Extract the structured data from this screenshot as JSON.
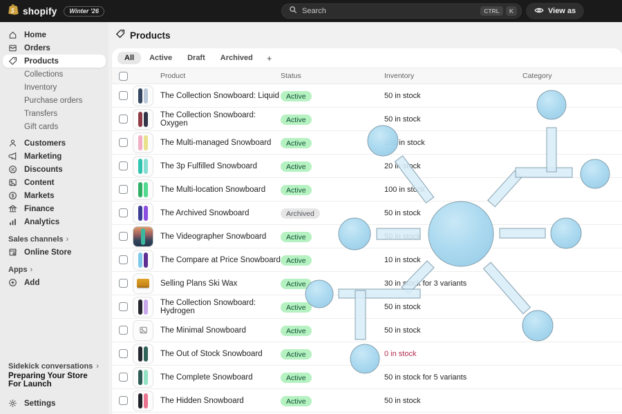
{
  "topbar": {
    "brand": "shopify",
    "edition_badge": "Winter '26",
    "search_placeholder": "Search",
    "shortcut_keys": [
      "CTRL",
      "K"
    ],
    "view_as_label": "View as"
  },
  "sidebar": {
    "items": [
      {
        "icon": "home",
        "label": "Home"
      },
      {
        "icon": "orders",
        "label": "Orders"
      },
      {
        "icon": "tag",
        "label": "Products",
        "active": true
      },
      {
        "label": "Collections",
        "child": true
      },
      {
        "label": "Inventory",
        "child": true
      },
      {
        "label": "Purchase orders",
        "child": true
      },
      {
        "label": "Transfers",
        "child": true
      },
      {
        "label": "Gift cards",
        "child": true
      },
      {
        "gap": true
      },
      {
        "icon": "person",
        "label": "Customers"
      },
      {
        "icon": "megaphone",
        "label": "Marketing"
      },
      {
        "icon": "discount",
        "label": "Discounts"
      },
      {
        "icon": "content",
        "label": "Content"
      },
      {
        "icon": "markets",
        "label": "Markets"
      },
      {
        "icon": "finance",
        "label": "Finance"
      },
      {
        "icon": "analytics",
        "label": "Analytics"
      },
      {
        "header": "Sales channels"
      },
      {
        "icon": "store",
        "label": "Online Store"
      },
      {
        "header": "Apps"
      },
      {
        "icon": "plus",
        "label": "Add"
      }
    ],
    "footer": {
      "sidekick_header": "Sidekick conversations",
      "launch_item": "Preparing Your Store For Launch",
      "settings_label": "Settings"
    }
  },
  "page": {
    "title": "Products",
    "tabs": [
      {
        "label": "All",
        "active": true
      },
      {
        "label": "Active"
      },
      {
        "label": "Draft"
      },
      {
        "label": "Archived"
      }
    ],
    "add_tab_label": "+"
  },
  "table": {
    "columns": [
      "Product",
      "Status",
      "Inventory",
      "Category"
    ],
    "rows": [
      {
        "product": "The Collection Snowboard: Liquid",
        "status": "Active",
        "status_tone": "success",
        "inventory": "50 in stock",
        "inventory_tone": "default",
        "category": "",
        "thumb": {
          "type": "boards",
          "c1": "#34465f",
          "c2": "#bcc9da"
        }
      },
      {
        "product": "The Collection Snowboard: Oxygen",
        "status": "Active",
        "status_tone": "success",
        "inventory": "50 in stock",
        "inventory_tone": "default",
        "category": "",
        "thumb": {
          "type": "boards",
          "c1": "#8e3b46",
          "c2": "#303547"
        }
      },
      {
        "product": "The Multi-managed Snowboard",
        "status": "Active",
        "status_tone": "success",
        "inventory": "100 in stock",
        "inventory_tone": "default",
        "category": "",
        "thumb": {
          "type": "boards",
          "c1": "#f2aec5",
          "c2": "#e9e18c"
        }
      },
      {
        "product": "The 3p Fulfilled Snowboard",
        "status": "Active",
        "status_tone": "success",
        "inventory": "20 in stock",
        "inventory_tone": "default",
        "category": "",
        "thumb": {
          "type": "boards",
          "c1": "#2fc4ad",
          "c2": "#86dfd2"
        }
      },
      {
        "product": "The Multi-location Snowboard",
        "status": "Active",
        "status_tone": "success",
        "inventory": "100 in stock",
        "inventory_tone": "default",
        "category": "",
        "thumb": {
          "type": "boards",
          "c1": "#2fae66",
          "c2": "#52da90"
        }
      },
      {
        "product": "The Archived Snowboard",
        "status": "Archived",
        "status_tone": "archived",
        "inventory": "50 in stock",
        "inventory_tone": "default",
        "category": "",
        "thumb": {
          "type": "boards",
          "c1": "#3c3e96",
          "c2": "#8c4fe2"
        }
      },
      {
        "product": "The Videographer Snowboard",
        "status": "Active",
        "status_tone": "success",
        "inventory": "50 in stock",
        "inventory_tone": "default",
        "category": "",
        "thumb": {
          "type": "photo",
          "c1": "#3bb7a0",
          "c2": ""
        }
      },
      {
        "product": "The Compare at Price Snowboard",
        "status": "Active",
        "status_tone": "success",
        "inventory": "10 in stock",
        "inventory_tone": "default",
        "category": "",
        "thumb": {
          "type": "boards",
          "c1": "#80c8ea",
          "c2": "#5e2e92"
        }
      },
      {
        "product": "Selling Plans Ski Wax",
        "status": "Active",
        "status_tone": "success",
        "inventory": "30 in stock for 3 variants",
        "inventory_tone": "default",
        "category": "",
        "thumb": {
          "type": "wax",
          "c1": "#d99a1b",
          "c2": ""
        }
      },
      {
        "product": "The Collection Snowboard: Hydrogen",
        "status": "Active",
        "status_tone": "success",
        "inventory": "50 in stock",
        "inventory_tone": "default",
        "category": "",
        "thumb": {
          "type": "boards",
          "c1": "#26262e",
          "c2": "#c9a8ea"
        }
      },
      {
        "product": "The Minimal Snowboard",
        "status": "Active",
        "status_tone": "success",
        "inventory": "50 in stock",
        "inventory_tone": "default",
        "category": "",
        "thumb": {
          "type": "placeholder",
          "c1": "#8a8a8a",
          "c2": ""
        }
      },
      {
        "product": "The Out of Stock Snowboard",
        "status": "Active",
        "status_tone": "success",
        "inventory": "0 in stock",
        "inventory_tone": "critical",
        "category": "",
        "thumb": {
          "type": "boards",
          "c1": "#23272e",
          "c2": "#30635a"
        }
      },
      {
        "product": "The Complete Snowboard",
        "status": "Active",
        "status_tone": "success",
        "inventory": "50 in stock for 5 variants",
        "inventory_tone": "default",
        "category": "",
        "thumb": {
          "type": "boards",
          "c1": "#2e5c55",
          "c2": "#93e2c4"
        }
      },
      {
        "product": "The Hidden Snowboard",
        "status": "Active",
        "status_tone": "success",
        "inventory": "50 in stock",
        "inventory_tone": "default",
        "category": "",
        "thumb": {
          "type": "boards",
          "c1": "#20232a",
          "c2": "#ea7490"
        }
      }
    ]
  },
  "colors": {
    "topbar_bg": "#1a1a1a",
    "sidebar_bg": "#ebebeb",
    "page_bg": "#f1f1f1",
    "status_success_bg": "#b6f1c1",
    "status_success_text": "#0c5132",
    "status_archived_bg": "#e6e6e6",
    "inventory_critical_text": "#b02a4c",
    "logo_bag": "#cfa33f",
    "overlay_fill": "#a8d8ef",
    "overlay_bar_fill": "#d8edf8",
    "overlay_stroke": "#84a0ae"
  }
}
